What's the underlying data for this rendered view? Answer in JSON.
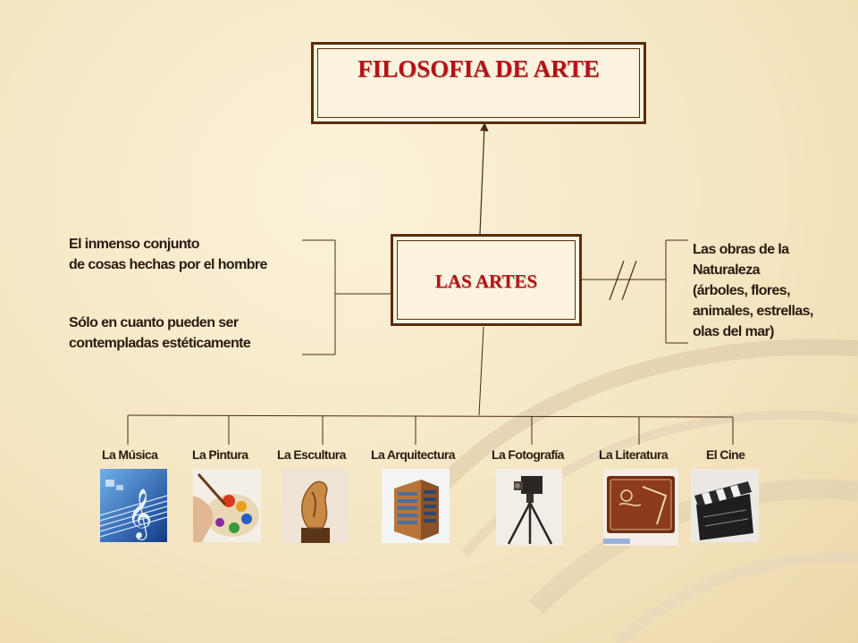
{
  "title": "FILOSOFIA DE ARTE",
  "center": "LAS ARTES",
  "left_notes": {
    "line1": "El inmenso conjunto",
    "line2": "de cosas hechas por el hombre",
    "line3": "Sólo en cuanto pueden ser",
    "line4": "contempladas estéticamente"
  },
  "right_notes": {
    "line1": "Las obras de la",
    "line2": "Naturaleza",
    "line3": "(árboles, flores,",
    "line4": "animales, estrellas,",
    "line5": "olas del mar)"
  },
  "arts": [
    {
      "label": "La Música",
      "icon": "music-clef-icon"
    },
    {
      "label": "La Pintura",
      "icon": "painting-palette-icon"
    },
    {
      "label": "La Escultura",
      "icon": "sculpture-icon"
    },
    {
      "label": "La Arquitectura",
      "icon": "building-icon"
    },
    {
      "label": "La Fotografía",
      "icon": "camera-icon"
    },
    {
      "label": "La Literatura",
      "icon": "book-icon"
    },
    {
      "label": "El Cine",
      "icon": "clapperboard-icon"
    }
  ],
  "colors": {
    "border": "#5a2d0c",
    "title": "#b3121a",
    "text": "#2a1a10"
  }
}
